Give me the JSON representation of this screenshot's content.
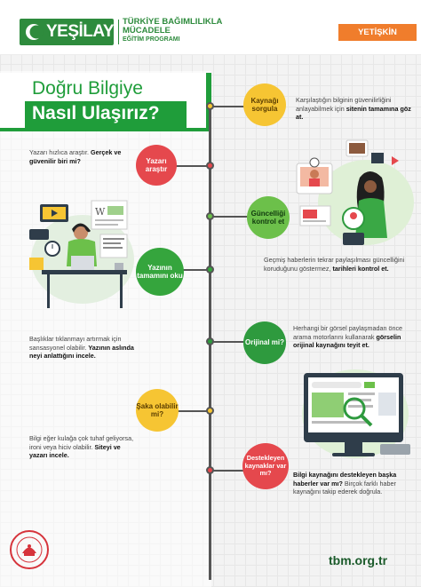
{
  "header": {
    "logo": "YEŞİLAY",
    "program_line1": "TÜRKİYE BAĞIMLILIKLA",
    "program_line2": "MÜCADELE",
    "program_line3": "EĞİTİM PROGRAMI",
    "badge": "YETİŞKİN",
    "brand_green": "#2e8b3d",
    "badge_color": "#f07d2c"
  },
  "title": {
    "line1": "Doğru Bilgiye",
    "line2": "Nasıl Ulaşırız?"
  },
  "steps": [
    {
      "circle": "Kaynağı sorgula",
      "color": "#f6c533",
      "text_plain": "Karşılaştığın bilginin güvenilirliğini anlayabilmek için ",
      "text_bold": "sitenin tamamına göz at."
    },
    {
      "circle": "Yazarı araştır",
      "color": "#e5484d",
      "text_plain": "Yazarı hızlıca araştır. ",
      "text_bold": "Gerçek ve güvenilir biri mi?"
    },
    {
      "circle": "Güncelliği kontrol et",
      "color": "#6cc04a",
      "text_plain": "Geçmiş haberlerin tekrar paylaşılması güncelliğini koruduğunu göstermez, ",
      "text_bold": "tarihleri kontrol et."
    },
    {
      "circle": "Yazının tamamını oku",
      "color": "#35a53d",
      "text_plain": "Başlıklar tıklanmayı artırmak için sansasyonel olabilir. ",
      "text_bold": "Yazının aslında neyi anlattığını incele."
    },
    {
      "circle": "Orijinal mi?",
      "color": "#2e9a3e",
      "text_plain": "Herhangi bir görsel paylaşmadan önce arama motorlarını kullanarak ",
      "text_bold": "görselin orijinal kaynağını teyit et."
    },
    {
      "circle": "Şaka olabilir mi?",
      "color": "#f6c533",
      "text_plain": "Bilgi eğer kulağa çok tuhaf geliyorsa, ironi veya hiciv olabilir. ",
      "text_bold": "Siteyi ve yazarı incele."
    },
    {
      "circle": "Destekleyen kaynaklar var mı?",
      "color": "#e5484d",
      "text_bold": "Bilgi kaynağını destekleyen başka haberler var mı?",
      "text_plain": " Birçok farklı haber kaynağını takip ederek doğrula."
    }
  ],
  "footer": {
    "url": "tbm.org.tr",
    "seal_icon": "ministry-seal-icon"
  }
}
